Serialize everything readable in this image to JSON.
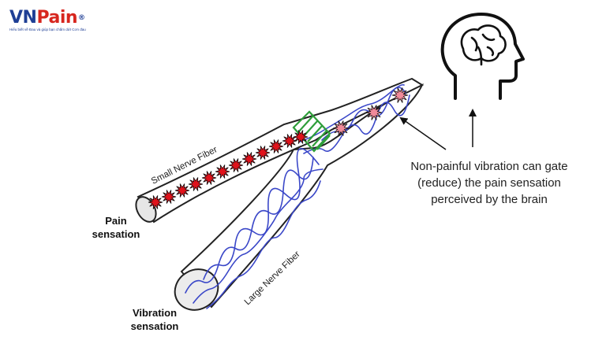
{
  "logo": {
    "vn": "VN",
    "pain": "Pain",
    "reg": "®",
    "tagline": "Hiểu biết về Đau và giúp bạn chấm dứt Cơn đau"
  },
  "labels": {
    "small_fiber": "Small Nerve Fiber",
    "large_fiber": "Large Nerve Fiber",
    "pain_1": "Pain",
    "pain_2": "sensation",
    "vibration_1": "Vibration",
    "vibration_2": "sensation"
  },
  "caption": {
    "line1": "Non-painful vibration can gate",
    "line2": "(reduce) the pain sensation",
    "line3": "perceived by the brain"
  },
  "icons": {
    "brain": "head-with-brain-icon",
    "gate": "gate-icon",
    "pain_spark": "pain-burst-icon"
  },
  "colors": {
    "pain": "#e0121b",
    "vibration": "#3a47c8",
    "gate": "#2e9e3a",
    "brand_blue": "#1f3f95",
    "brand_red": "#d7261e"
  }
}
